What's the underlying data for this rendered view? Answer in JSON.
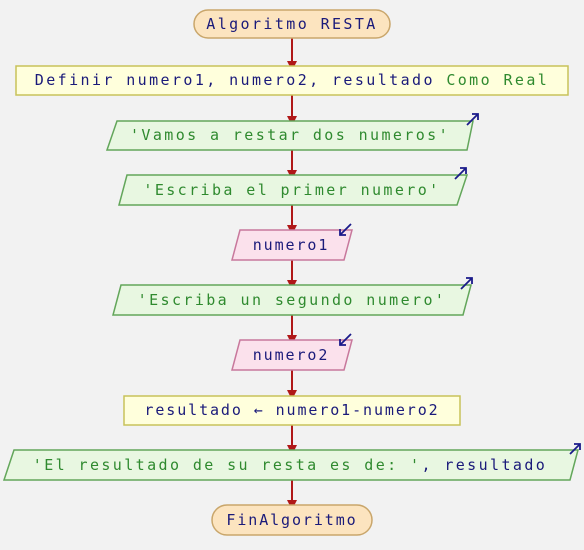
{
  "colors": {
    "background": "#f2f2f2",
    "terminal_fill": "#fce4bf",
    "terminal_stroke": "#c9a66b",
    "process_fill": "#ffffdc",
    "process_stroke": "#c8c25a",
    "output_fill": "#e8f7e1",
    "output_stroke": "#63a65b",
    "input_fill": "#fbe1ec",
    "input_stroke": "#c8789c",
    "arrow": "#b01818",
    "io_arrow": "#1a1a8a",
    "text_navy": "#1a1a7a",
    "text_green": "#2f8a2f",
    "text_purple": "#7a2a8a"
  },
  "flow": {
    "start": "Algoritmo RESTA",
    "definir": {
      "keyword": "Definir",
      "vars": " numero1, numero2, resultado ",
      "como": "Como",
      "tipo": " Real"
    },
    "out1": "'Vamos a restar dos numeros'",
    "out2": "'Escriba el primer numero'",
    "in1": "numero1",
    "out3": "'Escriba un segundo numero'",
    "in2": "numero2",
    "assign": "resultado ← numero1-numero2",
    "out4": {
      "string": "'El resultado de su resta es de: '",
      "rest": ", resultado"
    },
    "end": "FinAlgoritmo"
  }
}
